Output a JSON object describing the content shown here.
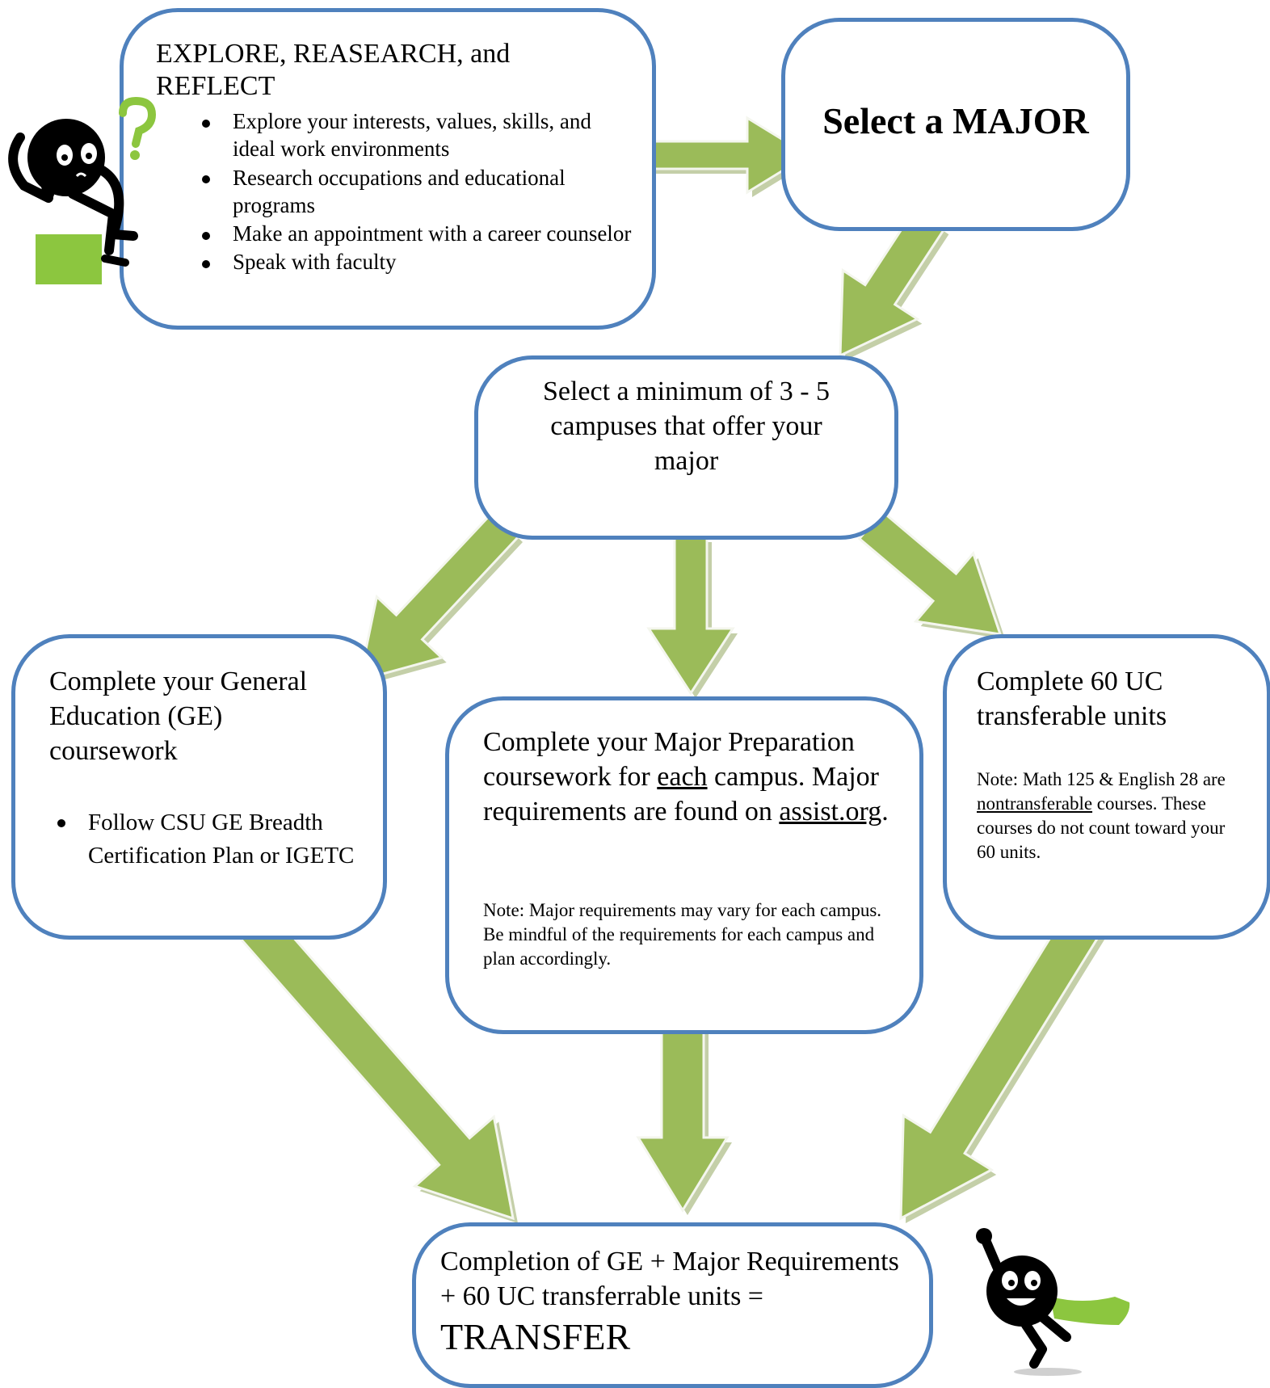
{
  "steps": {
    "explore": {
      "title": "EXPLORE, REASEARCH, and REFLECT",
      "bullets": [
        "Explore your interests, values, skills, and ideal work environments",
        "Research occupations and educational programs",
        "Make an appointment with a career counselor",
        "Speak with faculty"
      ]
    },
    "major": {
      "title": "Select a MAJOR"
    },
    "campuses": {
      "title": "Select a minimum of 3 - 5 campuses that offer your major"
    },
    "ge": {
      "title": "Complete your General Education (GE) coursework",
      "bullets": [
        "Follow CSU GE Breadth Certification Plan or IGETC"
      ]
    },
    "major_prep": {
      "text_a": "Complete your Major Preparation coursework for",
      "text_b": "each",
      "text_c": "campus.  Major requirements are found on",
      "text_d": "assist.org",
      "text_e": ".",
      "note": "Note:  Major requirements may vary for each campus. Be mindful of the requirements for each campus and plan accordingly."
    },
    "units": {
      "title": "Complete 60 UC transferable units",
      "note_a": "Note: Math 125 & English 28 are",
      "note_b": "nontransferable",
      "note_c": "courses. These courses do not count toward your 60 units."
    },
    "transfer": {
      "text": "Completion of GE + Major Requirements + 60 UC transferrable units =",
      "highlight": "TRANSFER"
    }
  },
  "icons": {
    "thinking_figure": "thinking-figure-icon",
    "question_mark": "question-mark-icon",
    "flying_figure": "flying-figure-icon"
  },
  "colors": {
    "box_border": "#4f81bd",
    "arrow_fill": "#9bbb59",
    "arrow_shadow": "#c4cfa8"
  }
}
